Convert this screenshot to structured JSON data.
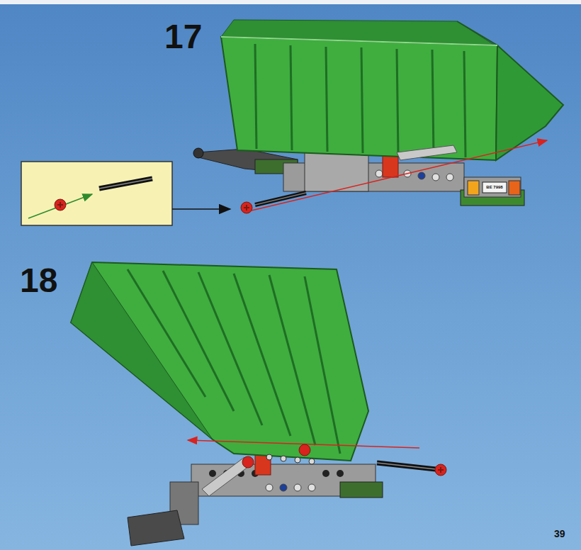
{
  "diagram": {
    "labels": [
      "17",
      "18",
      "39",
      "BE 7998"
    ]
  }
}
